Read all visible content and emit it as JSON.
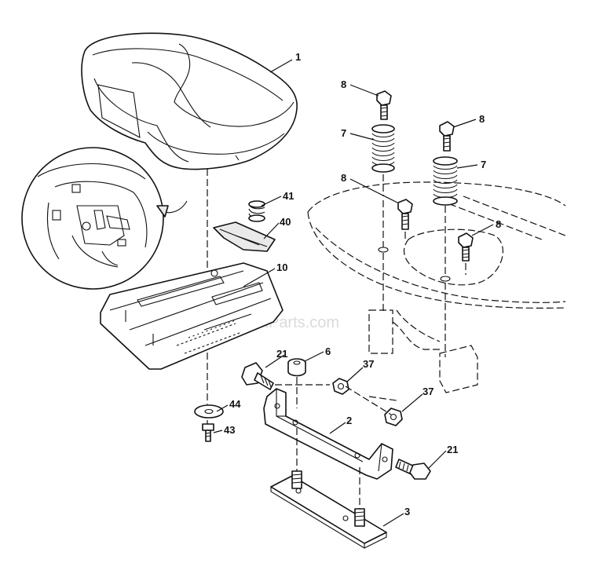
{
  "watermark": "eReplacementParts.com",
  "callouts": {
    "seat": "1",
    "bracket": "2",
    "base_plate": "3",
    "spacer": "6",
    "spring_left": "7",
    "spring_right": "7",
    "bolt_top_left": "8",
    "bolt_top_right": "8",
    "bolt_mid_left": "8",
    "bolt_mid_right": "8",
    "seat_pan": "10",
    "bolt_left": "21",
    "bolt_right": "21",
    "nut_left": "37",
    "nut_right": "37",
    "spring_small": "41",
    "clip": "40",
    "screw": "43",
    "washer": "44"
  }
}
